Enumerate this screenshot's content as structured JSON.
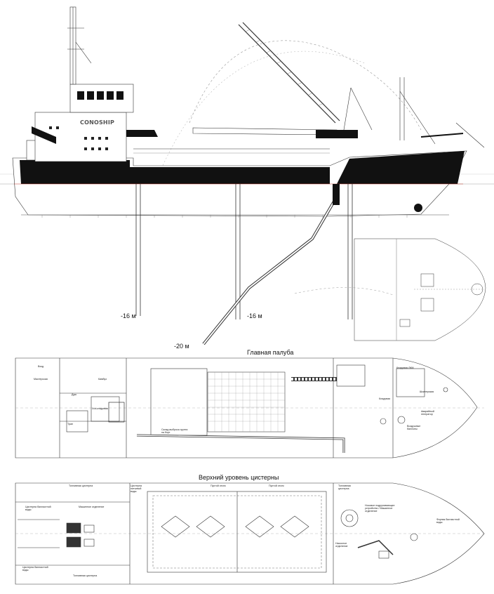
{
  "brand": "CONOSHIP",
  "depth_labels": [
    "-16 м",
    "-16 м",
    "-20 м"
  ],
  "plans": {
    "main_deck": {
      "title": "Главная палуба",
      "rooms": [
        "Мастерская",
        "Камбуз",
        "Хоз-кладовая",
        "Склад выброса грунта на борт",
        "Кладовая ЛКМ",
        "Шкиперская",
        "Аварийный генератор",
        "Кладовая",
        "Воздушные баллоны",
        "Трап",
        "Душ",
        "Вход"
      ]
    },
    "tank_level": {
      "title": "Верхний уровень цистерны",
      "rooms": [
        "Топливная цистерна",
        "Цистерна балластной воды",
        "Машинное отделение",
        "Цистерна питьевой воды",
        "Пустой отсек",
        "Пустой отсек",
        "Топливная цистерна",
        "Носовое подруливающее устройство / Машинное отделение",
        "Форпик балластной воды",
        "Насосное отделение",
        "Цистерна балластной воды",
        "Топливная цистерна"
      ]
    }
  },
  "colors": {
    "hull": "#111111",
    "line": "#333333",
    "thin": "#777777",
    "dashed": "#9a9a9a",
    "red": "#c0392b"
  }
}
